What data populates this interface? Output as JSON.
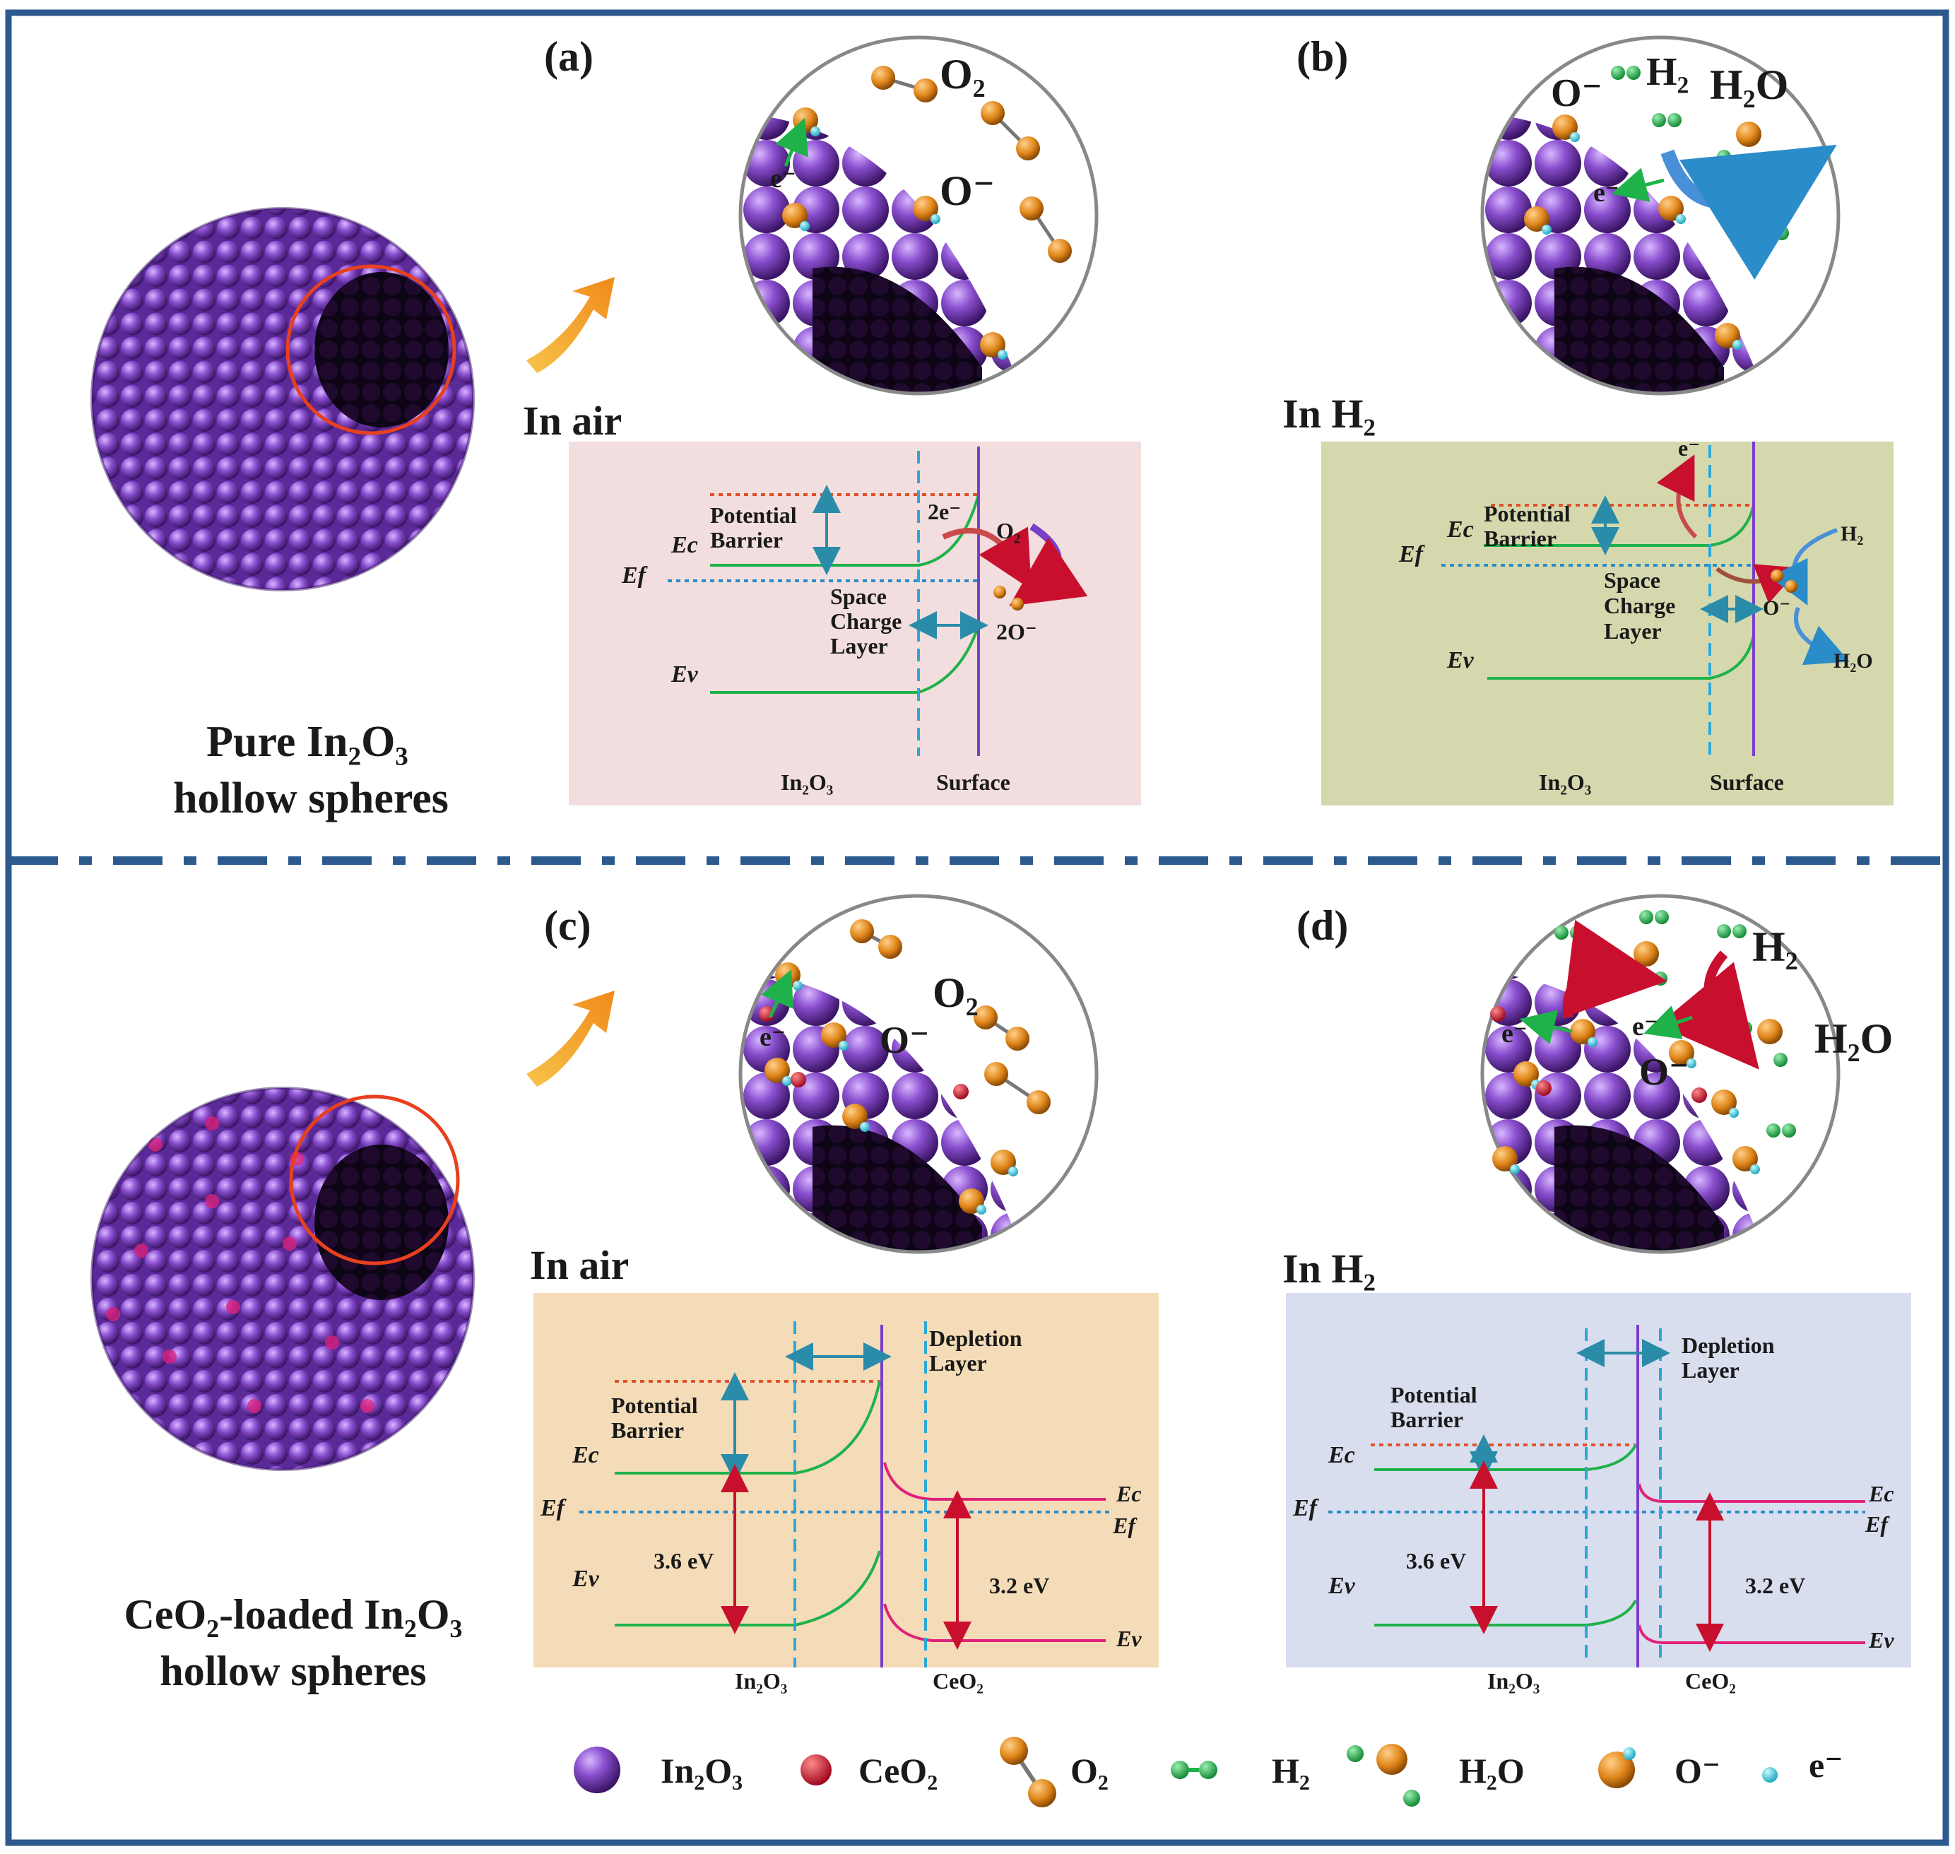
{
  "colors": {
    "frame": "#2d5a8e",
    "in2o3": "#8a4fcf",
    "ceo2": "#d01c3a",
    "oxygen": "#e0861a",
    "hydrogen": "#1fb24a",
    "electron": "#2fd0e6",
    "band_green": "#1fb24a",
    "band_pink": "#e0227a",
    "fermi": "#2a8cc9",
    "barrier_red": "#e0502a",
    "panel_a_bg": "#f2dede",
    "panel_b_bg": "#d5d8ad",
    "panel_c_bg": "#f5dcb8",
    "panel_d_bg": "#d9deef"
  },
  "top": {
    "sphere_caption": {
      "line1": "Pure In₂O₃",
      "line2": "hollow spheres"
    },
    "a": {
      "label": "(a)",
      "condition": "In air",
      "zoom_labels": {
        "o2": "O₂",
        "o_minus": "O⁻",
        "e_minus": "e⁻"
      },
      "band": {
        "ec": "Ec",
        "ef": "Ef",
        "ev": "Ev",
        "potential_barrier": [
          "Potential",
          "Barrier"
        ],
        "space_charge": [
          "Space",
          "Charge",
          "Layer"
        ],
        "two_e": "2e⁻",
        "o2": "O₂",
        "two_o": "2O⁻",
        "bottom_left": "In₂O₃",
        "bottom_right": "Surface"
      }
    },
    "b": {
      "label": "(b)",
      "condition": "In H₂",
      "zoom_labels": {
        "o_minus": "O⁻",
        "h2": "H₂",
        "h2o": "H₂O",
        "e_minus": "e⁻"
      },
      "band": {
        "ec": "Ec",
        "ef": "Ef",
        "ev": "Ev",
        "potential_barrier": [
          "Potential",
          "Barrier"
        ],
        "space_charge": [
          "Space",
          "Charge",
          "Layer"
        ],
        "e_minus": "e⁻",
        "h2": "H₂",
        "o_minus": "O⁻",
        "h2o": "H₂O",
        "bottom_left": "In₂O₃",
        "bottom_right": "Surface"
      }
    }
  },
  "bottom": {
    "sphere_caption": {
      "line1": "CeO₂-loaded In₂O₃",
      "line2": "hollow spheres"
    },
    "c": {
      "label": "(c)",
      "condition": "In air",
      "zoom_labels": {
        "o2": "O₂",
        "o_minus": "O⁻",
        "e_minus": "e⁻"
      },
      "band": {
        "ec": "Ec",
        "ef": "Ef",
        "ev": "Ev",
        "ec_right": "Ec",
        "ef_right": "Ef",
        "ev_right": "Ev",
        "potential_barrier": [
          "Potential",
          "Barrier"
        ],
        "depletion": [
          "Depletion",
          "Layer"
        ],
        "gap_left": "3.6 eV",
        "gap_right": "3.2 eV",
        "bottom_left": "In₂O₃",
        "bottom_right": "CeO₂"
      }
    },
    "d": {
      "label": "(d)",
      "condition": "In H₂",
      "zoom_labels": {
        "h2": "H₂",
        "h2o": "H₂O",
        "o_minus": "O⁻",
        "e_minus1": "e⁻",
        "e_minus2": "e⁻"
      },
      "band": {
        "ec": "Ec",
        "ef": "Ef",
        "ev": "Ev",
        "ec_right": "Ec",
        "ef_right": "Ef",
        "ev_right": "Ev",
        "potential_barrier": [
          "Potential",
          "Barrier"
        ],
        "depletion": [
          "Depletion",
          "Layer"
        ],
        "gap_left": "3.6 eV",
        "gap_right": "3.2 eV",
        "bottom_left": "In₂O₃",
        "bottom_right": "CeO₂"
      }
    }
  },
  "legend": [
    {
      "icon": "in2o3-sphere-icon",
      "label": "In₂O₃"
    },
    {
      "icon": "ceo2-sphere-icon",
      "label": "CeO₂"
    },
    {
      "icon": "o2-molecule-icon",
      "label": "O₂"
    },
    {
      "icon": "h2-molecule-icon",
      "label": "H₂"
    },
    {
      "icon": "h2o-molecule-icon",
      "label": "H₂O"
    },
    {
      "icon": "o-minus-icon",
      "label": "O⁻"
    },
    {
      "icon": "electron-icon",
      "label": "e⁻"
    }
  ]
}
